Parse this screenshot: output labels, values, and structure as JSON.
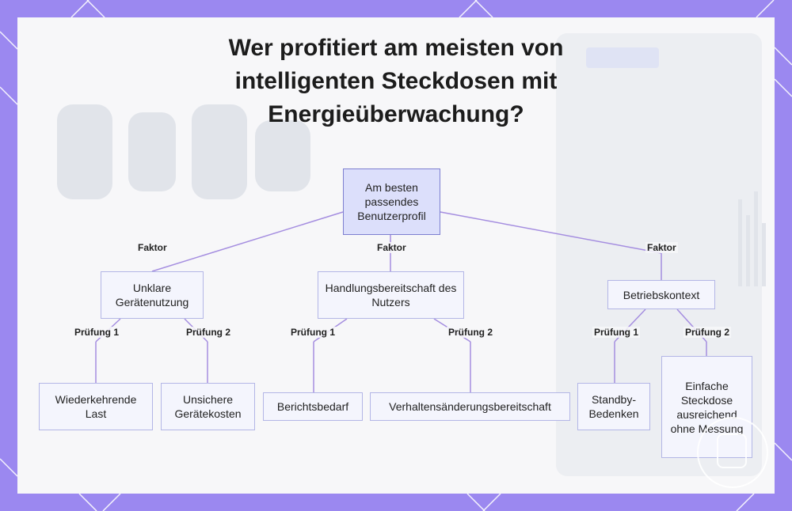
{
  "title": "Wer profitiert am meisten von intelligenten Steckdosen mit Energieüberwachung?",
  "root": {
    "label": "Am besten passendes Benutzerprofil"
  },
  "factor_label": "Faktor",
  "factors": [
    {
      "label": "Unklare Gerätenutzung",
      "checks": [
        {
          "edge": "Prüfung 1",
          "label": "Wiederkehrende Last"
        },
        {
          "edge": "Prüfung 2",
          "label": "Unsichere Gerätekosten"
        }
      ]
    },
    {
      "label": "Handlungsbereitschaft des Nutzers",
      "checks": [
        {
          "edge": "Prüfung 1",
          "label": "Berichtsbedarf"
        },
        {
          "edge": "Prüfung 2",
          "label": "Verhaltensänderungsbereitschaft"
        }
      ]
    },
    {
      "label": "Betriebskontext",
      "checks": [
        {
          "edge": "Prüfung 1",
          "label": "Standby-Bedenken"
        },
        {
          "edge": "Prüfung 2",
          "label": "Einfache Steckdose ausreichend ohne Messung"
        }
      ]
    }
  ]
}
